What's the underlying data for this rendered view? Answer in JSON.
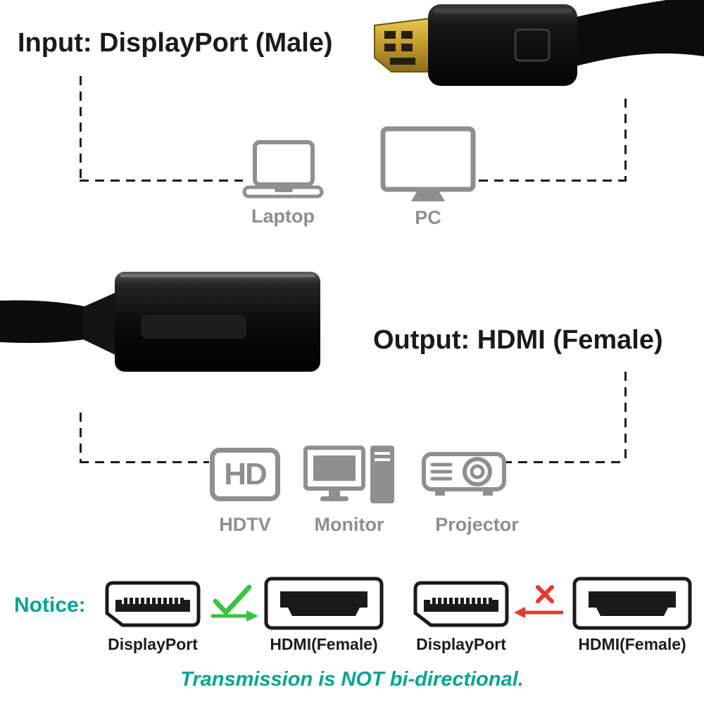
{
  "input_section": {
    "title": "Input: DisplayPort (Male)",
    "devices": [
      {
        "label": "Laptop"
      },
      {
        "label": "PC"
      }
    ]
  },
  "output_section": {
    "title": "Output: HDMI (Female)",
    "hd_badge_text": "HD",
    "devices": [
      {
        "label": "HDTV"
      },
      {
        "label": "Monitor"
      },
      {
        "label": "Projector"
      }
    ]
  },
  "notice": {
    "label": "Notice:",
    "connections": [
      {
        "from": "DisplayPort",
        "to": "HDMI(Female)",
        "allowed": true,
        "symbol": "check-right-arrow"
      },
      {
        "from": "DisplayPort",
        "to": "HDMI(Female)",
        "allowed": false,
        "symbol": "x-left-arrow"
      }
    ],
    "footer": "Transmission is NOT bi-directional."
  },
  "colors": {
    "teal": "#00A693",
    "green": "#35C53F",
    "red": "#E8392F",
    "icon_gray": "#8F8F8F",
    "text_dark": "#1A1A1A"
  }
}
